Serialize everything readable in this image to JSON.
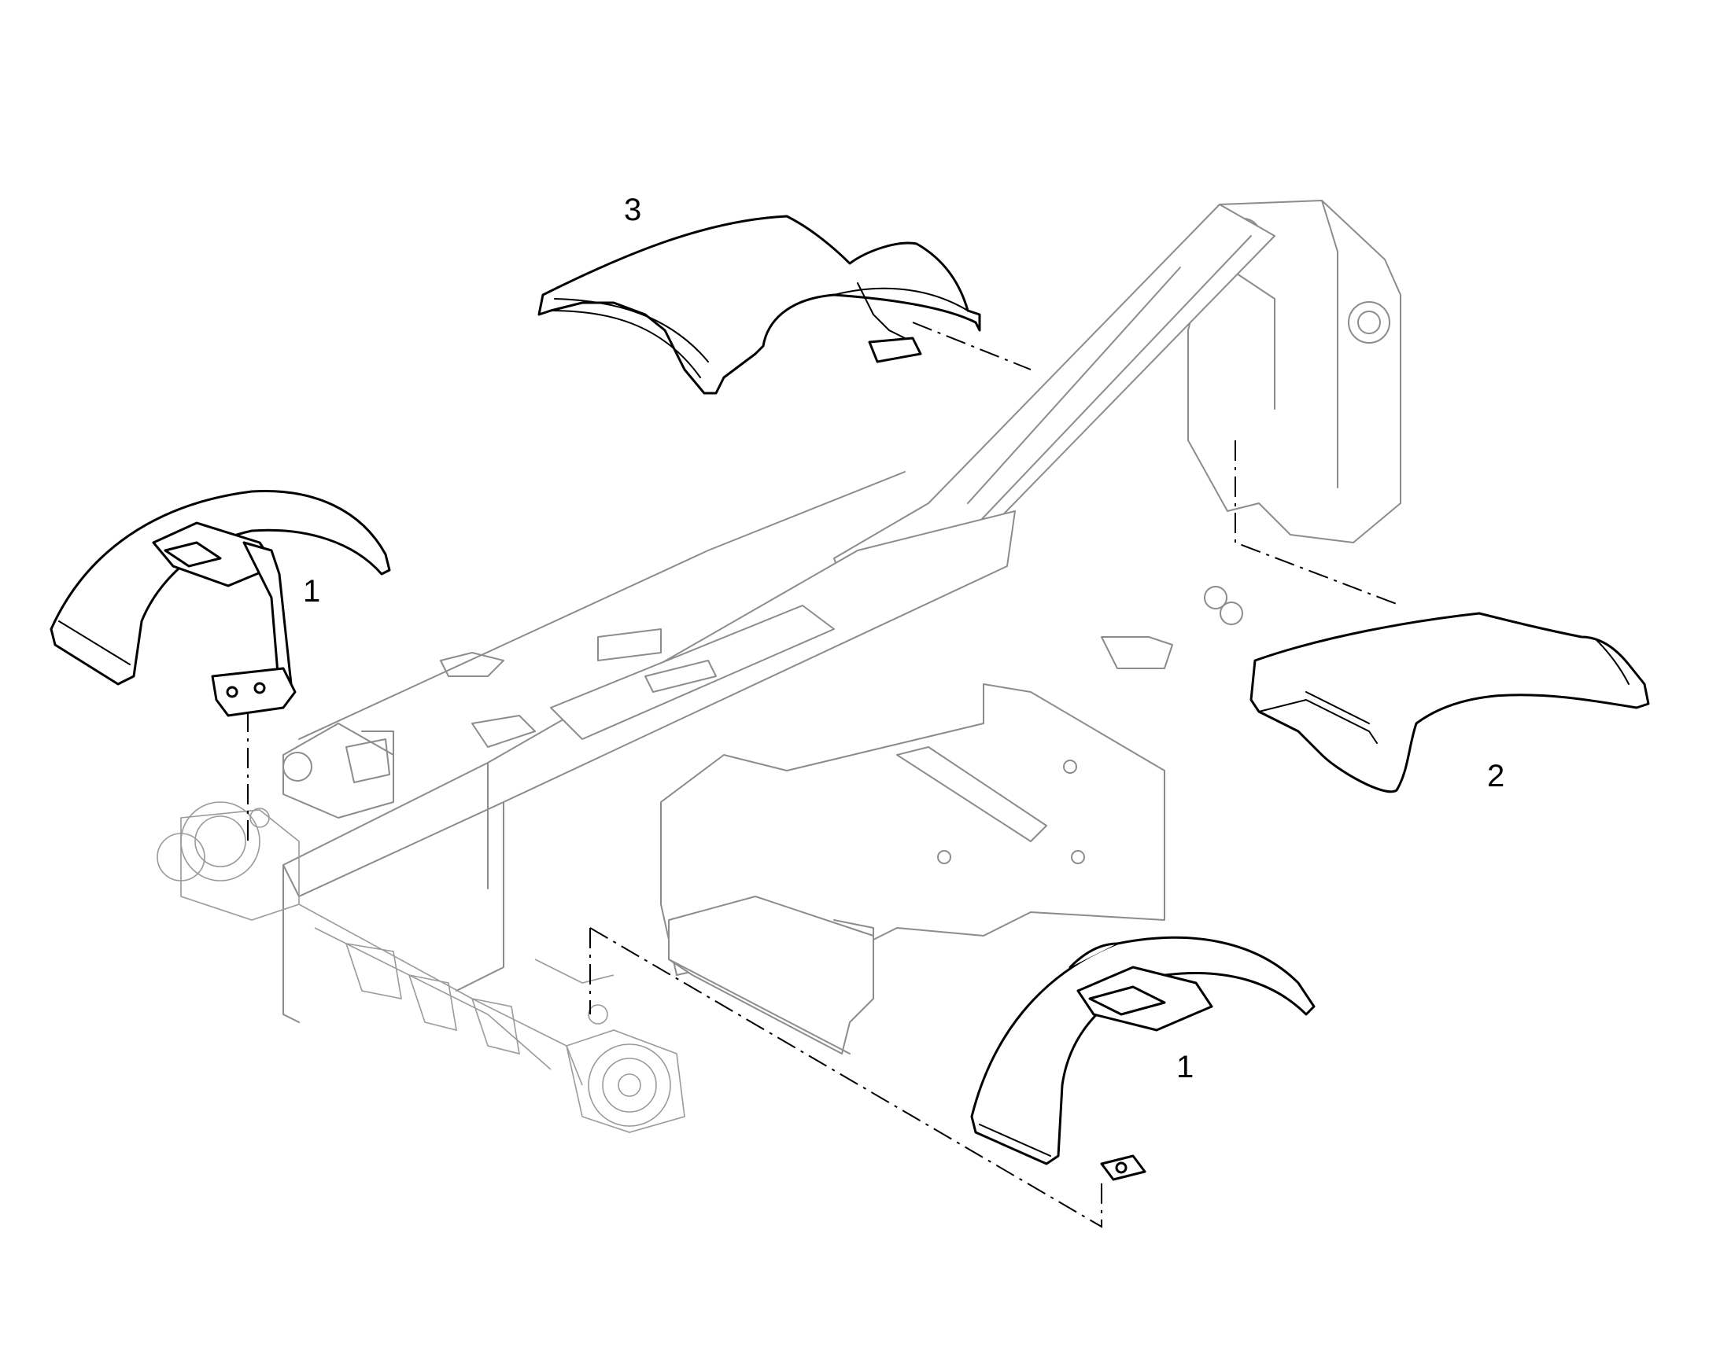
{
  "callouts": [
    {
      "id": "front-left-mudguard",
      "label": "1"
    },
    {
      "id": "rear-right-cover",
      "label": "2"
    },
    {
      "id": "top-cover",
      "label": "3"
    },
    {
      "id": "front-right-mudguard",
      "label": "1"
    }
  ]
}
